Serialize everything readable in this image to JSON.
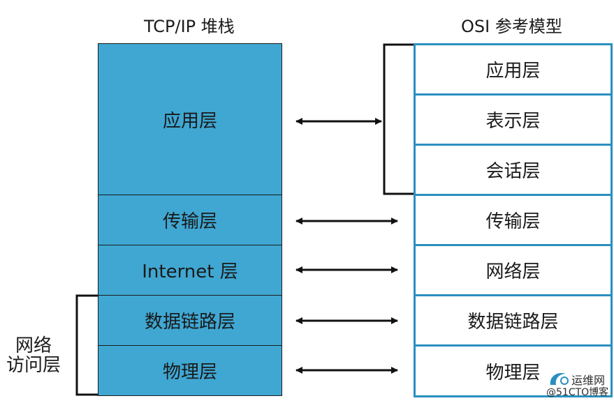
{
  "titles": {
    "left": "TCP/IP 堆栈",
    "right": "OSI 参考模型"
  },
  "tcp_layers": [
    "应用层",
    "传输层",
    "Internet 层",
    "数据链路层",
    "物理层"
  ],
  "osi_layers": [
    "应用层",
    "表示层",
    "会话层",
    "传输层",
    "网络层",
    "数据链路层",
    "物理层"
  ],
  "access_label": {
    "line1": "网络",
    "line2": "访问层"
  },
  "watermark": {
    "top": "运维网",
    "bottom": "@51CTO博客"
  },
  "colors": {
    "tcp_fill": "#3fa7d2",
    "osi_border": "#2a8fc0",
    "line": "#111111"
  }
}
